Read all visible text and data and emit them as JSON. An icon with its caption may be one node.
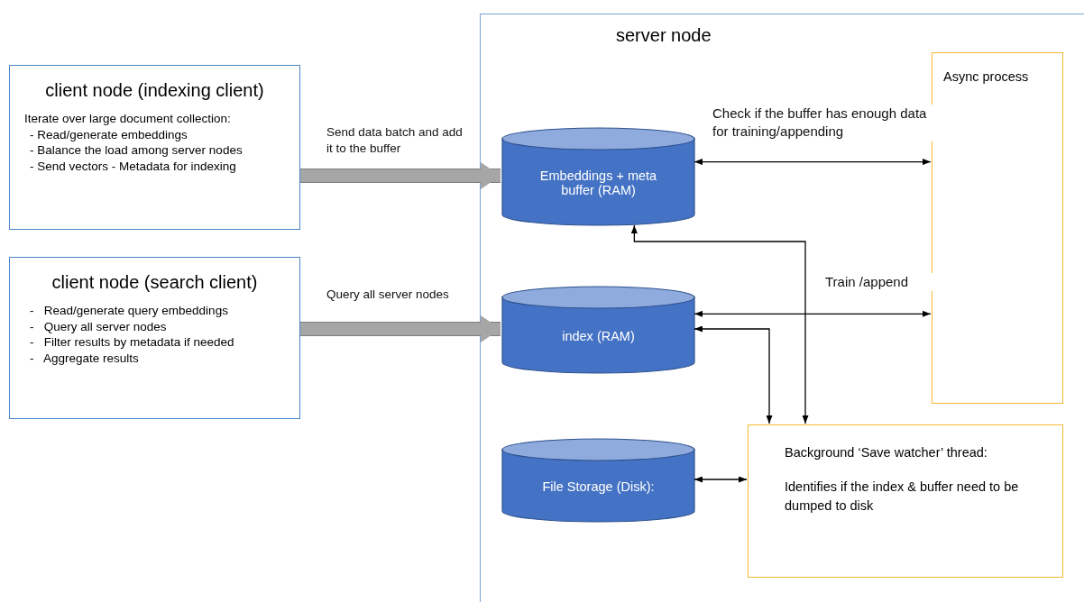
{
  "diagram": {
    "nodes": [
      {
        "text": [
          "client node (indexing client)",
          "Iterate over large document collection:",
          "- Read/generate embeddings",
          "- Balance the load among server nodes",
          "- Send vectors - Metadata for indexing"
        ]
      },
      {
        "text": [
          "client node (search client)",
          "-   Read/generate query embeddings",
          "-   Query all server nodes",
          "-   Filter results by metadata if needed",
          "-   Aggregate results"
        ]
      },
      {
        "text": [
          "server node"
        ]
      },
      {
        "text": [
          "Embeddings + meta buffer (RAM)"
        ],
        "in": 2
      },
      {
        "text": [
          "index (RAM)"
        ],
        "in": 2
      },
      {
        "text": [
          "File Storage (Disk):"
        ],
        "in": 2
      },
      {
        "text": [
          "Async process"
        ],
        "in": 2
      },
      {
        "text": [
          "Background ‘Save watcher’ thread:",
          "Identifies if the index & buffer need to be dumped to disk"
        ],
        "in": 2
      }
    ],
    "edges": [
      {
        "from": 0,
        "to": 3,
        "arrow": "to",
        "label": "Send data batch and add it to the buffer",
        "style": "thick",
        "color": "#a6a6a6"
      },
      {
        "from": 1,
        "to": 4,
        "arrow": "to",
        "label": "Query all server nodes",
        "style": "thick",
        "color": "#a6a6a6"
      },
      {
        "from": 3,
        "to": 6,
        "arrow": "both",
        "label": "Check if the buffer has enough data for training/appending"
      },
      {
        "from": 4,
        "to": 6,
        "arrow": "both",
        "label": "Train /append"
      },
      {
        "from": 7,
        "to": 3,
        "arrow": "both"
      },
      {
        "from": 4,
        "to": 7,
        "arrow": "both"
      },
      {
        "from": 5,
        "to": 7,
        "arrow": "both"
      }
    ]
  }
}
